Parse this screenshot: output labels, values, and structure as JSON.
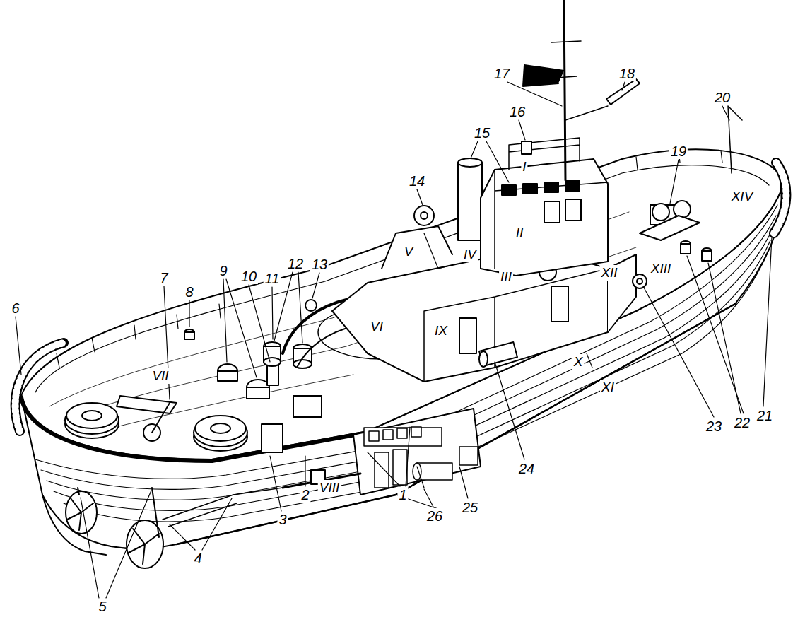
{
  "diagram": {
    "labels": [
      "1",
      "2",
      "3",
      "4",
      "5",
      "6",
      "7",
      "8",
      "9",
      "10",
      "11",
      "12",
      "13",
      "14",
      "15",
      "16",
      "17",
      "18",
      "19",
      "20",
      "21",
      "22",
      "23",
      "24",
      "25",
      "26",
      "I",
      "II",
      "III",
      "IV",
      "V",
      "VI",
      "VII",
      "VIII",
      "IX",
      "X",
      "XI",
      "XII",
      "XIII",
      "XIV"
    ]
  }
}
